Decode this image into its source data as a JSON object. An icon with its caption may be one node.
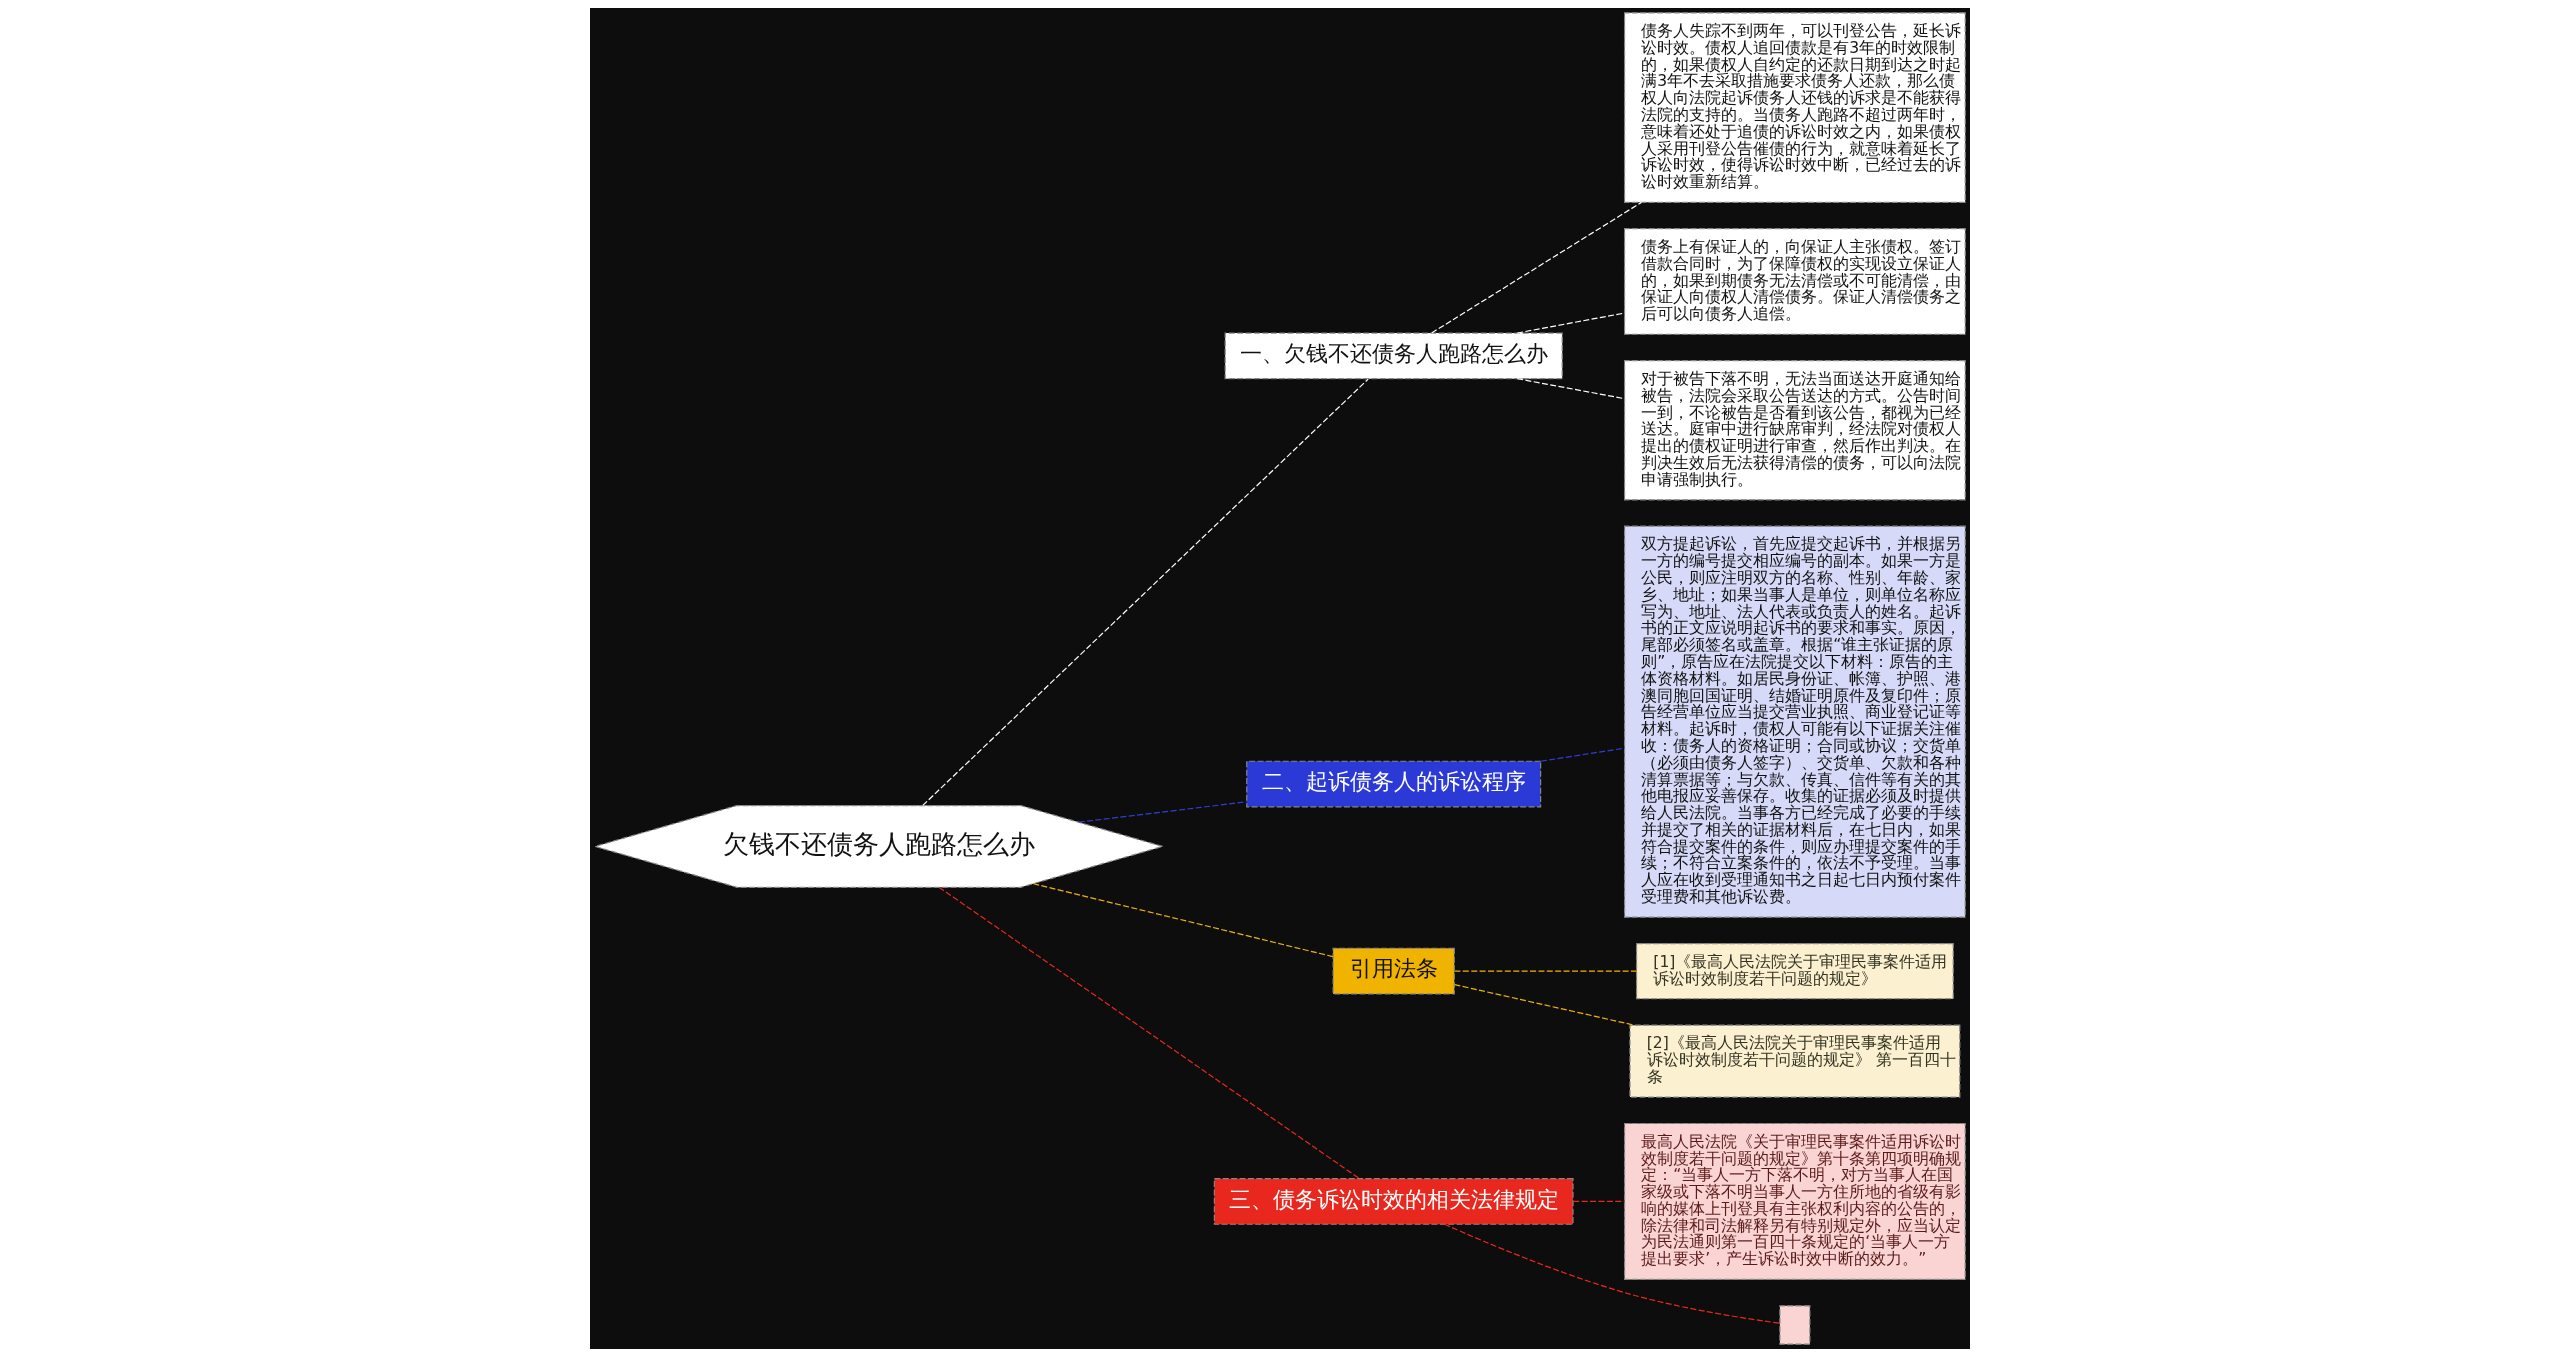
{
  "diagram": {
    "nodes": [
      {
        "text": [
          "欠钱不还债务人跑路怎么办"
        ]
      },
      {
        "text": [
          "一、欠钱不还债务人跑路怎么办"
        ]
      },
      {
        "text": [
          "债务人失踪不到两年，可以刊登公告，延长诉讼时效。债权人追回债款是有3年的时效限制的，如果债权人自约定的还款日期到达之时起满3年不去采取措施要求债务人还款，那么债权人向法院起诉债务人还钱的诉求是不能获得法院的支持的。当债务人跑路不超过两年时，意味着还处于追债的诉讼时效之内，如果债权人采用刊登公告催债的行为，就意味着延长了诉讼时效，使得诉讼时效中断，已经过去的诉讼时效重新结算。"
        ]
      },
      {
        "text": [
          "债务上有保证人的，向保证人主张债权。签订借款合同时，为了保障债权的实现设立保证人的，如果到期债务无法清偿或不可能清偿，由保证人向债权人清偿债务。保证人清偿债务之后可以向债务人追偿。"
        ]
      },
      {
        "text": [
          "对于被告下落不明，无法当面送达开庭通知给被告，法院会采取公告送达的方式。公告时间一到，不论被告是否看到该公告，都视为已经送达。庭审中进行缺席审判，经法院对债权人提出的债权证明进行审查，然后作出判决。在判决生效后无法获得清偿的债务，可以向法院申请强制执行。"
        ]
      },
      {
        "text": [
          "二、起诉债务人的诉讼程序"
        ]
      },
      {
        "text": [
          "双方提起诉讼，首先应提交起诉书，并根据另一方的编号提交相应编号的副本。如果一方是公民，则应注明双方的名称、性别、年龄、家乡、地址；如果当事人是单位，则单位名称应写为、地址、法人代表或负责人的姓名。起诉书的正文应说明起诉书的要求和事实。原因，尾部必须签名或盖章。根据“谁主张证据的原则”，原告应在法院提交以下材料：原告的主体资格材料。如居民身份证、帐簿、护照、港澳同胞回国证明、结婚证明原件及复印件；原告经营单位应当提交营业执照、商业登记证等材料。起诉时，债权人可能有以下证据关注催收：债务人的资格证明；合同或协议；交货单（必须由债务人签字）、交货单、欠款和各种清算票据等；与欠款、传真、信件等有关的其他电报应妥善保存。收集的证据必须及时提供给人民法院。当事各方已经完成了必要的手续并提交了相关的证据材料后，在七日内，如果符合提交案件的条件，则应办理提交案件的手续；不符合立案条件的，依法不予受理。当事人应在收到受理通知书之日起七日内预付案件受理费和其他诉讼费。"
        ]
      },
      {
        "text": [
          "引用法条"
        ]
      },
      {
        "text": [
          "[1]《最高人民法院关于审理民事案件适用诉讼时效制度若干问题的规定》"
        ]
      },
      {
        "text": [
          "[2]《最高人民法院关于审理民事案件适用诉讼时效制度若干问题的规定》 第一百四十条"
        ]
      },
      {
        "text": [
          "三、债务诉讼时效的相关法律规定"
        ]
      },
      {
        "text": [
          "最高人民法院《关于审理民事案件适用诉讼时效制度若干问题的规定》第十条第四项明确规定：“当事人一方下落不明，对方当事人在国家级或下落不明当事人一方住所地的省级有影响的媒体上刊登具有主张权利内容的公告的，除法律和司法解释另有特别规定外，应当认定为民法通则第一百四十条规定的‘当事人一方提出要求’，产生诉讼时效中断的效力。”"
        ]
      },
      {
        "text": [],
        "shape": "box"
      }
    ],
    "edges": [
      {
        "from": 0,
        "to": 1,
        "arrow": "none",
        "style": "dashed",
        "color": "#ffffff"
      },
      {
        "from": 1,
        "to": 2,
        "arrow": "none",
        "style": "dashed",
        "color": "#ffffff"
      },
      {
        "from": 1,
        "to": 3,
        "arrow": "none",
        "style": "dashed",
        "color": "#ffffff"
      },
      {
        "from": 1,
        "to": 4,
        "arrow": "none",
        "style": "dashed",
        "color": "#ffffff"
      },
      {
        "from": 0,
        "to": 5,
        "arrow": "none",
        "style": "dashed",
        "color": "#2f3fd6"
      },
      {
        "from": 5,
        "to": 6,
        "arrow": "none",
        "style": "dashed",
        "color": "#2f3fd6"
      },
      {
        "from": 0,
        "to": 7,
        "arrow": "none",
        "style": "dashed",
        "color": "#f0b400"
      },
      {
        "from": 7,
        "to": 8,
        "arrow": "none",
        "style": "dashed",
        "color": "#f0b400"
      },
      {
        "from": 7,
        "to": 9,
        "arrow": "none",
        "style": "dashed",
        "color": "#f0b400"
      },
      {
        "from": 0,
        "to": 10,
        "arrow": "none",
        "style": "dashed",
        "color": "#e8281e"
      },
      {
        "from": 10,
        "to": 11,
        "arrow": "none",
        "style": "dashed",
        "color": "#e8281e"
      },
      {
        "from": 10,
        "to": 12,
        "arrow": "none",
        "style": "dashed",
        "color": "#e8281e"
      }
    ]
  }
}
